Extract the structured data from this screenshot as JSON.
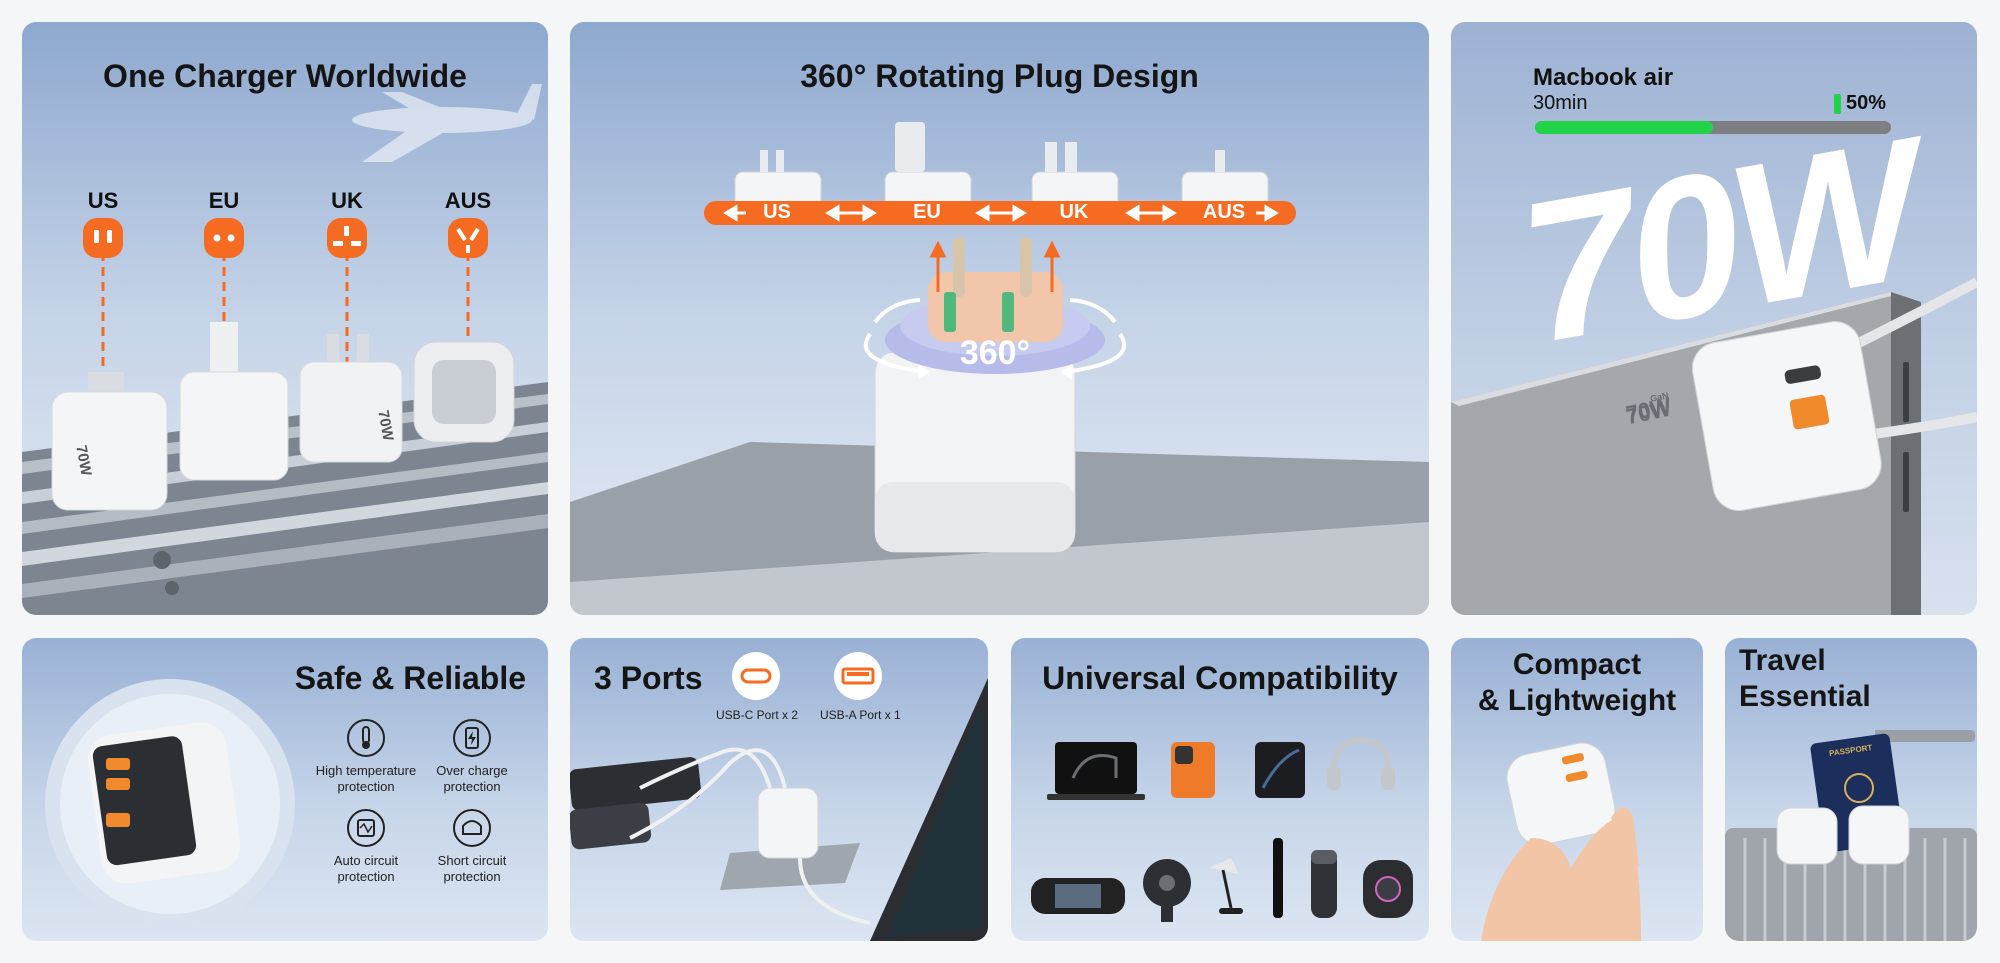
{
  "worldwide": {
    "title": "One Charger Worldwide",
    "regions": [
      "US",
      "EU",
      "UK",
      "AUS"
    ],
    "badge": "70W"
  },
  "rotating": {
    "title": "360° Rotating Plug Design",
    "regions": [
      "US",
      "EU",
      "UK",
      "AUS"
    ],
    "rotation_label": "360°"
  },
  "macbook": {
    "device": "Macbook air",
    "time": "30min",
    "battery_text": "50%",
    "battery_level": 0.5,
    "wattage": "70W",
    "badge": "70W",
    "badge_small": "GaN"
  },
  "safe": {
    "title": "Safe & Reliable",
    "features": [
      {
        "line1": "High temperature",
        "line2": "protection",
        "icon": "thermometer-icon"
      },
      {
        "line1": "Over charge",
        "line2": "protection",
        "icon": "battery-icon"
      },
      {
        "line1": "Auto circuit",
        "line2": "protection",
        "icon": "chip-icon"
      },
      {
        "line1": "Short circuit",
        "line2": "protection",
        "icon": "short-circuit-icon"
      }
    ]
  },
  "ports": {
    "title": "3 Ports",
    "usb_c": "USB-C Port x 2",
    "usb_a": "USB-A Port x 1"
  },
  "compat": {
    "title": "Universal Compatibility"
  },
  "compact": {
    "line1": "Compact",
    "line2": "& Lightweight"
  },
  "travel": {
    "line1": "Travel",
    "line2": "Essential",
    "passport": "PASSPORT"
  },
  "colors": {
    "accent": "#f46b21",
    "battery_fill": "#22d34a",
    "panel_blue": "#8ea8cf"
  }
}
